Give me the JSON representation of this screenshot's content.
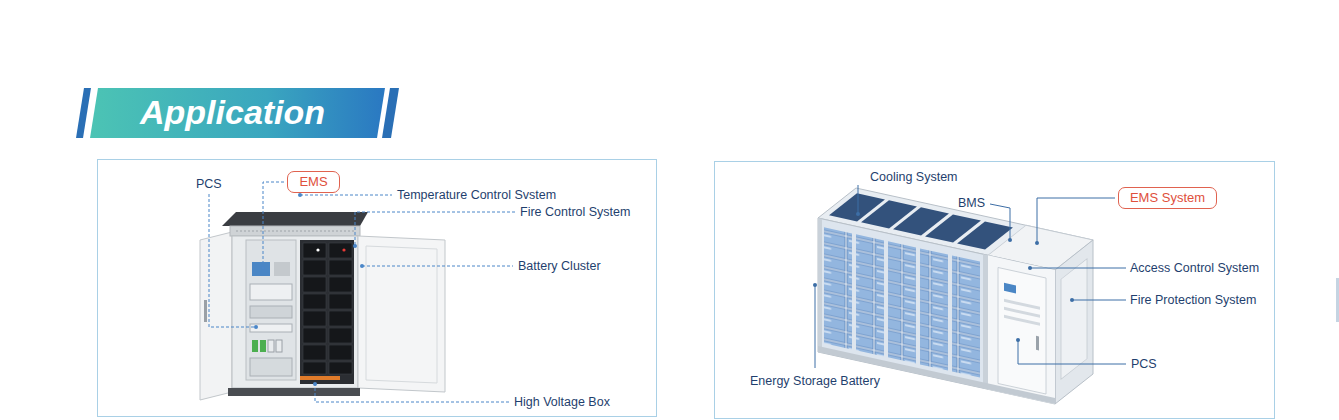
{
  "diagram": {
    "title": "Application",
    "nodes": [
      {
        "text": [
          "EMS"
        ]
      },
      {
        "text": [
          "EMS System"
        ]
      }
    ],
    "labels": [
      "PCS",
      "Temperature Control Svstem",
      "Fire Control System",
      "Battery Cluster",
      "High Voltage Box",
      "Cooling System",
      "BMS",
      "Access Control System",
      "Fire Protection System",
      "PCS",
      "Energy Storage Battery"
    ]
  }
}
